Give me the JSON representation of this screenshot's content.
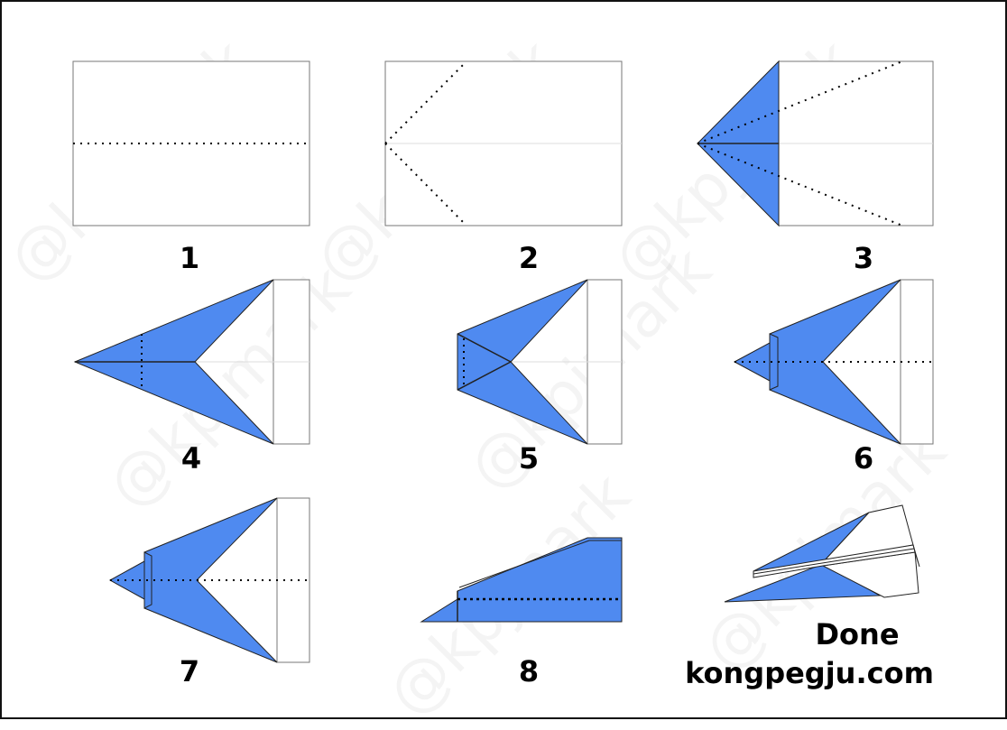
{
  "steps": [
    {
      "number": "1"
    },
    {
      "number": "2"
    },
    {
      "number": "3"
    },
    {
      "number": "4"
    },
    {
      "number": "5"
    },
    {
      "number": "6"
    },
    {
      "number": "7"
    },
    {
      "number": "8"
    }
  ],
  "final": {
    "label": "Done",
    "website": "kongpegju.com"
  },
  "watermark": "@kpjmark",
  "colors": {
    "paper_blue": "#4f8af0",
    "paper_white": "#ffffff",
    "outline": "#222222",
    "frame": "#111111"
  }
}
